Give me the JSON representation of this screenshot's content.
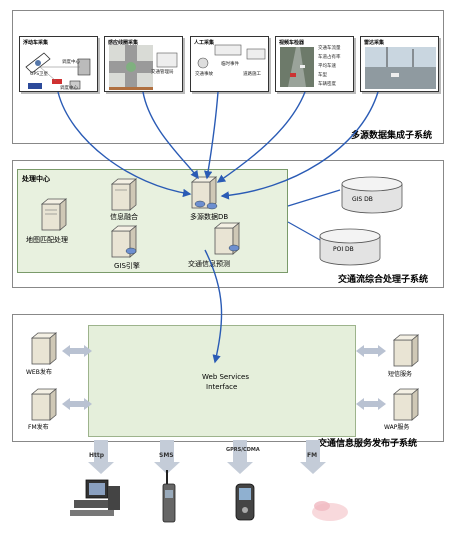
{
  "source_subsystem": {
    "label": "多源数据集成子系统",
    "sources": [
      {
        "title": "浮动车采集",
        "items": [
          "GPS卫星",
          "调度中心",
          "调度中心"
        ]
      },
      {
        "title": "感应线圈采集",
        "items": [
          "交通管理局"
        ]
      },
      {
        "title": "人工采集",
        "items": [
          "交通事故",
          "临时事件",
          "道路施工"
        ]
      },
      {
        "title": "视频车检器",
        "items": [
          "交通车流量",
          "车道占有率",
          "平均车速",
          "车型",
          "车辆密度"
        ]
      },
      {
        "title": "雷达采集",
        "items": []
      }
    ]
  },
  "processing_subsystem": {
    "label": "交通流综合处理子系统",
    "center_title": "处理中心",
    "nodes": {
      "map_matching": "地图匹配处理",
      "info_fusion": "信息融合",
      "gis_engine": "GIS引擎",
      "multi_source_db": "多源数据DB",
      "traffic_forecast": "交通信息预测"
    },
    "databases": {
      "gis_db": "GIS DB",
      "poi_db": "POI DB"
    }
  },
  "publish_subsystem": {
    "label": "交通信息服务发布子系统",
    "web_services": [
      "Web Services",
      "Interface"
    ],
    "servers": {
      "web_publish": "WEB发布",
      "fm_publish": "FM发布",
      "sms_service": "短信服务",
      "wap_service": "WAP服务"
    }
  },
  "channels": [
    "Http",
    "SMS",
    "GPRS/CDMA",
    "FM"
  ]
}
